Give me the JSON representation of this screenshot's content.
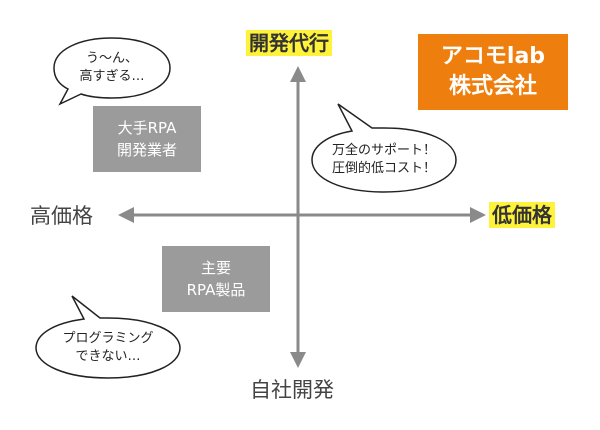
{
  "axes": {
    "top": "開発代行",
    "bottom": "自社開発",
    "left": "高価格",
    "right": "低価格"
  },
  "boxes": {
    "large_rpa": [
      "大手RPA",
      "開発業者"
    ],
    "rpa_products": [
      "主要",
      "RPA製品"
    ],
    "acomo": [
      "アコモlab",
      "株式会社"
    ]
  },
  "bubbles": {
    "too_expensive": [
      "う〜ん、",
      "高すぎる…"
    ],
    "full_support": [
      "万全のサポート！",
      "圧倒的低コスト！"
    ],
    "no_programming": [
      "プログラミング",
      "できない…"
    ]
  },
  "colors": {
    "highlight": "#fff23a",
    "accent_orange": "#ee7f0f",
    "box_grey": "#9b9b9b",
    "axis_grey": "#8a8a8a"
  }
}
